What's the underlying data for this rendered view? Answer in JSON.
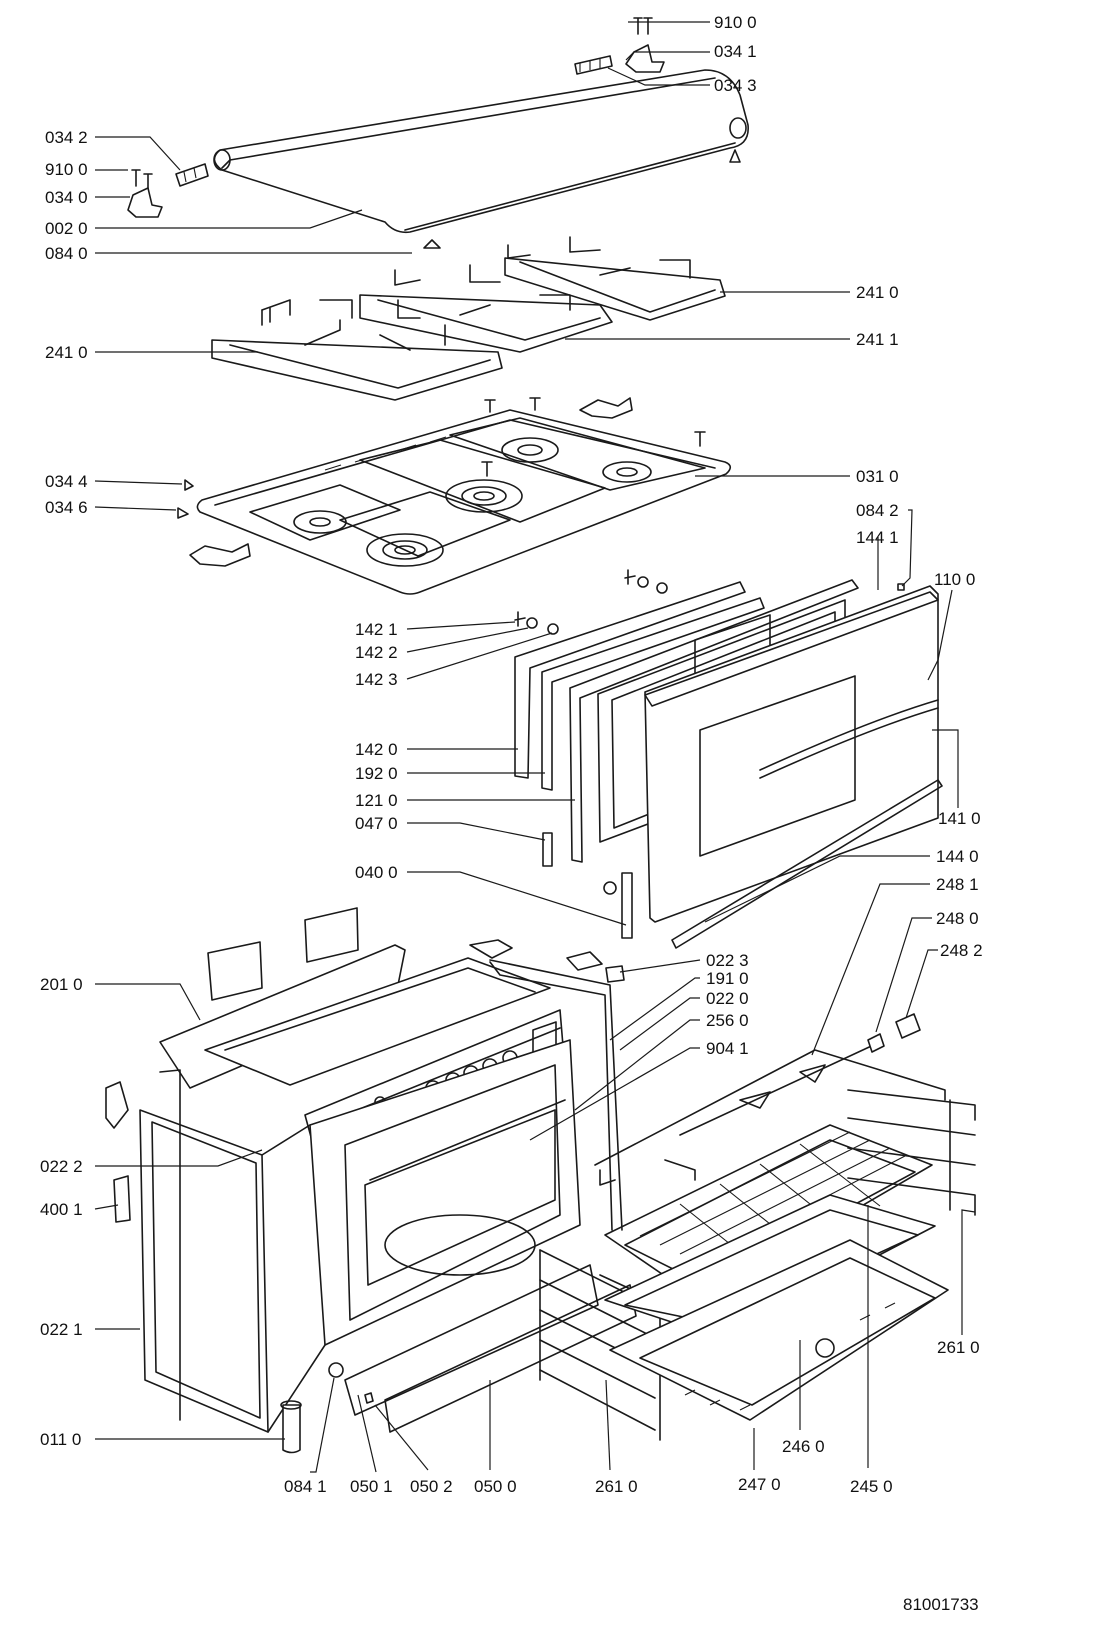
{
  "document_number": "81001733",
  "callouts": [
    {
      "id": "c01",
      "text": "910 0"
    },
    {
      "id": "c02",
      "text": "034 1"
    },
    {
      "id": "c03",
      "text": "034 3"
    },
    {
      "id": "c04",
      "text": "034 2"
    },
    {
      "id": "c05",
      "text": "910 0"
    },
    {
      "id": "c06",
      "text": "034 0"
    },
    {
      "id": "c07",
      "text": "002 0"
    },
    {
      "id": "c08",
      "text": "084 0"
    },
    {
      "id": "c09",
      "text": "241 0"
    },
    {
      "id": "c10",
      "text": "241 1"
    },
    {
      "id": "c11",
      "text": "241 0"
    },
    {
      "id": "c12",
      "text": "034 4"
    },
    {
      "id": "c13",
      "text": "031 0"
    },
    {
      "id": "c14",
      "text": "034 6"
    },
    {
      "id": "c15",
      "text": "084 2"
    },
    {
      "id": "c16",
      "text": "144 1"
    },
    {
      "id": "c17",
      "text": "110 0"
    },
    {
      "id": "c18",
      "text": "142 1"
    },
    {
      "id": "c19",
      "text": "142 2"
    },
    {
      "id": "c20",
      "text": "142 3"
    },
    {
      "id": "c21",
      "text": "142 0"
    },
    {
      "id": "c22",
      "text": "192 0"
    },
    {
      "id": "c23",
      "text": "121 0"
    },
    {
      "id": "c24",
      "text": "141 0"
    },
    {
      "id": "c25",
      "text": "047 0"
    },
    {
      "id": "c26",
      "text": "144 0"
    },
    {
      "id": "c27",
      "text": "040 0"
    },
    {
      "id": "c28",
      "text": "248 1"
    },
    {
      "id": "c29",
      "text": "248 0"
    },
    {
      "id": "c30",
      "text": "022 3"
    },
    {
      "id": "c31",
      "text": "248 2"
    },
    {
      "id": "c32",
      "text": "201 0"
    },
    {
      "id": "c33",
      "text": "191 0"
    },
    {
      "id": "c34",
      "text": "022 0"
    },
    {
      "id": "c35",
      "text": "256 0"
    },
    {
      "id": "c36",
      "text": "904 1"
    },
    {
      "id": "c37",
      "text": "022 2"
    },
    {
      "id": "c38",
      "text": "400 1"
    },
    {
      "id": "c39",
      "text": "022 1"
    },
    {
      "id": "c40",
      "text": "261 0"
    },
    {
      "id": "c41",
      "text": "011 0"
    },
    {
      "id": "c42",
      "text": "084 1"
    },
    {
      "id": "c43",
      "text": "050 1"
    },
    {
      "id": "c44",
      "text": "050 2"
    },
    {
      "id": "c45",
      "text": "050 0"
    },
    {
      "id": "c46",
      "text": "261 0"
    },
    {
      "id": "c47",
      "text": "247 0"
    },
    {
      "id": "c48",
      "text": "246 0"
    },
    {
      "id": "c49",
      "text": "245 0"
    }
  ]
}
